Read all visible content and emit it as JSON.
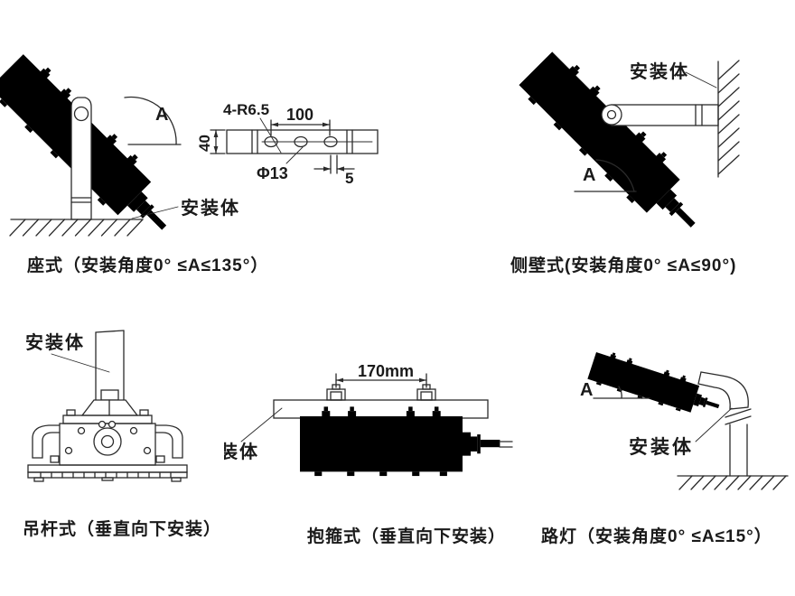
{
  "colors": {
    "line": "#2b2b2b",
    "background": "#ffffff",
    "text": "#1a1a1a"
  },
  "seat": {
    "caption": "座式（安装角度0° ≤A≤135°）",
    "mount_label": "安装体",
    "angle": "A"
  },
  "dims": {
    "radius": "4-R6.5",
    "length": "100",
    "height": "40",
    "hole": "Φ13",
    "gap": "5"
  },
  "wall": {
    "caption": "侧壁式(安装角度0° ≤A≤90°)",
    "mount_label": "安装体",
    "angle": "A"
  },
  "pendant": {
    "caption": "吊杆式（垂直向下安装）",
    "mount_label": "安装体"
  },
  "clamp": {
    "caption": "抱箍式（垂直向下安装）",
    "mount_label": "装体",
    "span": "170mm"
  },
  "street": {
    "caption": "路灯（安装角度0° ≤A≤15°）",
    "mount_label": "安装体",
    "angle": "A"
  }
}
